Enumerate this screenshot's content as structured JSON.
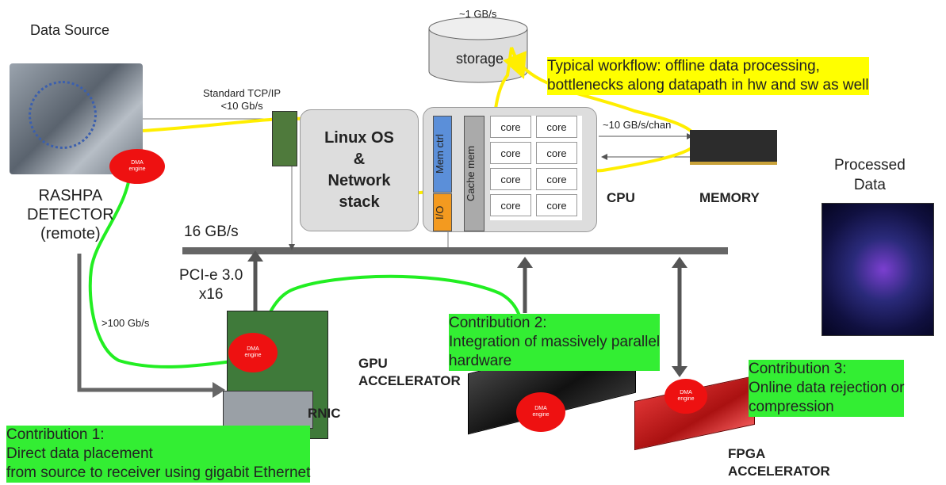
{
  "data_source": "Data Source",
  "storage": {
    "rate": "~1 GB/s",
    "label": "storage"
  },
  "workflow": {
    "line1": "Typical workflow: offline data processing,",
    "line2": "bottlenecks along datapath in hw and sw as well"
  },
  "tcp": {
    "line1": "Standard TCP/IP",
    "line2": "<10 Gb/s"
  },
  "os": {
    "line1": "Linux OS",
    "line2": "&",
    "line3": "Network",
    "line4": "stack"
  },
  "cpu": {
    "label": "CPU",
    "mem_ctrl": "Mem ctrl",
    "cache": "Cache mem",
    "io": "I/O",
    "cores": [
      "core",
      "core",
      "core",
      "core",
      "core",
      "core",
      "core",
      "core"
    ]
  },
  "memory": {
    "label": "MEMORY",
    "rate": "~10 GB/s/chan"
  },
  "detector": {
    "line1": "RASHPA",
    "line2": "DETECTOR",
    "line3": "(remote)"
  },
  "bus": {
    "rate": "16 GB/s"
  },
  "pcie": {
    "line1": "PCI-e 3.0",
    "line2": "x16"
  },
  "link": {
    "rate": ">100 Gb/s"
  },
  "rnic": "RNIC",
  "gpu": {
    "line1": "GPU",
    "line2": "ACCELERATOR"
  },
  "fpga": {
    "line1": "FPGA",
    "line2": "ACCELERATOR"
  },
  "processed": {
    "line1": "Processed",
    "line2": "Data"
  },
  "dma": {
    "line1": "DMA",
    "line2": "engine"
  },
  "contrib1": {
    "line1": "Contribution 1:",
    "line2": "Direct data placement",
    "line3": "from source to receiver using gigabit Ethernet"
  },
  "contrib2": {
    "line1": "Contribution 2:",
    "line2": "Integration of massively parallel",
    "line3": "hardware"
  },
  "contrib3": {
    "line1": "Contribution 3:",
    "line2": "Online data rejection or",
    "line3": "compression"
  },
  "colors": {
    "yellow_path": "#ffee00",
    "green_path": "#22ee22",
    "dma": "#ee1111",
    "highlight_yellow": "#ffff00",
    "highlight_green": "#33ee33"
  }
}
